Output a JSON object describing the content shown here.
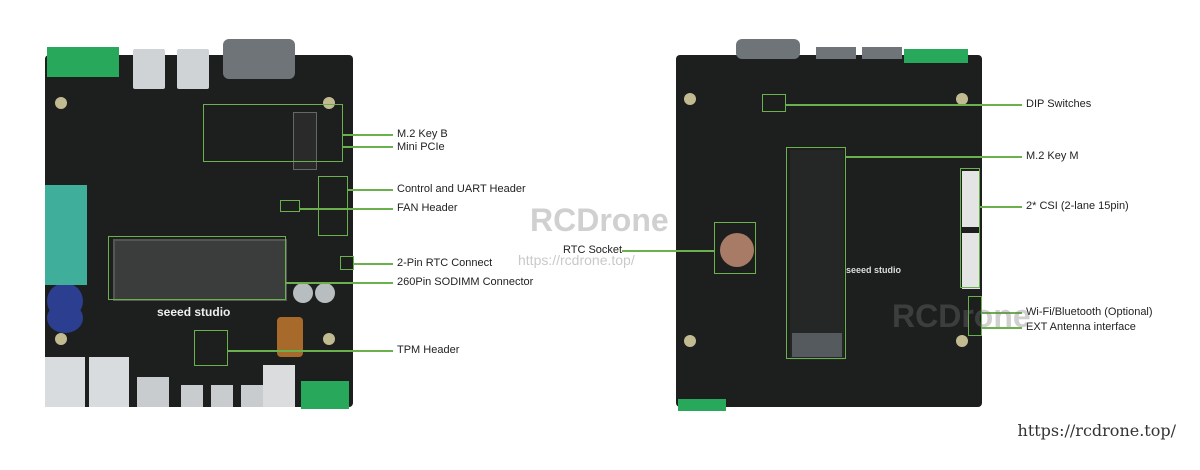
{
  "front_labels": {
    "m2_key_b": "M.2 Key B",
    "mini_pcie": "Mini PCIe",
    "control_uart": "Control and UART Header",
    "fan_header": "FAN Header",
    "rtc_connect": "2-Pin RTC Connect",
    "sodimm": "260Pin SODIMM Connector",
    "tpm": "TPM Header"
  },
  "back_labels": {
    "dip_switches": "DIP Switches",
    "m2_key_m": "M.2 Key M",
    "csi": "2* CSI (2-lane 15pin)",
    "rtc_socket": "RTC Socket",
    "wifi_bt": "Wi-Fi/Bluetooth (Optional)",
    "ext_antenna": "EXT Antenna interface"
  },
  "board_print": {
    "brand": "seeed studio"
  },
  "watermark": {
    "brand": "RCDrone",
    "url": "https://rcdrone.top/"
  },
  "footer": {
    "url": "https://rcdrone.top/"
  },
  "colors": {
    "accent_line": "#6ab04c",
    "board": "#1d1f1e",
    "terminal_green": "#27a85a"
  }
}
